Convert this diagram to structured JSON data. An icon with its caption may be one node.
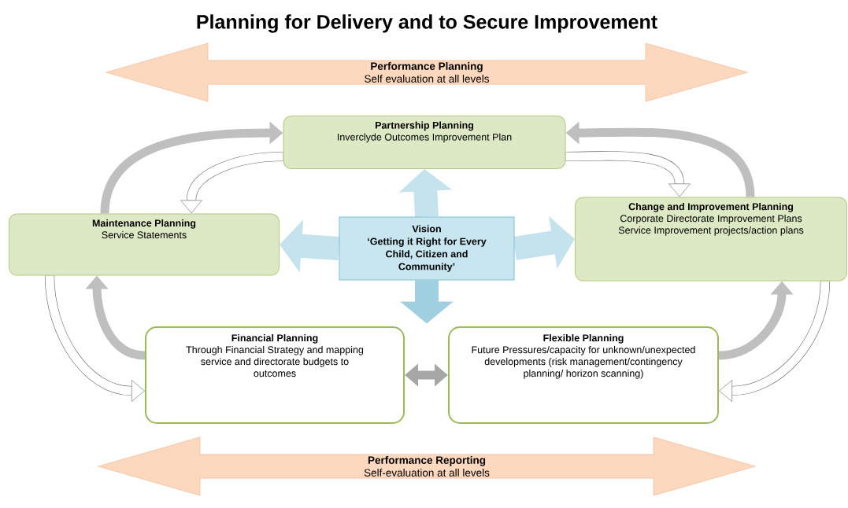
{
  "diagram": {
    "title": "Planning for Delivery and to Secure Improvement",
    "nodes": [
      {
        "text": [
          "Performance Planning",
          "Self evaluation at all levels"
        ]
      },
      {
        "text": [
          "Partnership Planning",
          "Inverclyde Outcomes Improvement Plan"
        ]
      },
      {
        "text": [
          "Maintenance Planning",
          "Service Statements"
        ]
      },
      {
        "text": [
          "Vision",
          "‘Getting it Right for Every Child, Citizen and Community’"
        ]
      },
      {
        "text": [
          "Change and Improvement Planning",
          "Corporate Directorate Improvement Plans",
          "Service Improvement projects/action plans"
        ]
      },
      {
        "text": [
          "Financial Planning",
          "Through Financial Strategy and mapping service and directorate budgets to outcomes"
        ]
      },
      {
        "text": [
          "Flexible Planning",
          "Future Pressures/capacity for unknown/unexpected developments (risk management/contingency planning/ horizon scanning)"
        ]
      },
      {
        "text": [
          "Performance Reporting",
          "Self-evaluation at all levels"
        ]
      }
    ],
    "edges": [
      {
        "from": 3,
        "to": 1,
        "arrow": "to",
        "style": "thick",
        "color": "#c5e3ec"
      },
      {
        "from": 3,
        "to": 2,
        "arrow": "to",
        "style": "thick",
        "color": "#c5e3ec"
      },
      {
        "from": 3,
        "to": 4,
        "arrow": "to",
        "style": "thick",
        "color": "#c5e3ec"
      },
      {
        "from": 3,
        "to": null,
        "arrow": "to",
        "style": "thick",
        "color": "#9fd0df"
      },
      {
        "from": 2,
        "to": 1,
        "arrow": "to",
        "color": "#bfbfbf"
      },
      {
        "from": 1,
        "to": 2,
        "arrow": "to"
      },
      {
        "from": 4,
        "to": 1,
        "arrow": "to",
        "color": "#bfbfbf"
      },
      {
        "from": 1,
        "to": 4,
        "arrow": "to"
      },
      {
        "from": 5,
        "to": 2,
        "arrow": "to",
        "color": "#bfbfbf"
      },
      {
        "from": 2,
        "to": 5,
        "arrow": "to"
      },
      {
        "from": 6,
        "to": 4,
        "arrow": "to",
        "color": "#bfbfbf"
      },
      {
        "from": 4,
        "to": 6,
        "arrow": "to"
      },
      {
        "from": 5,
        "to": 6,
        "arrow": "both",
        "color": "#a6a6a6"
      }
    ]
  }
}
